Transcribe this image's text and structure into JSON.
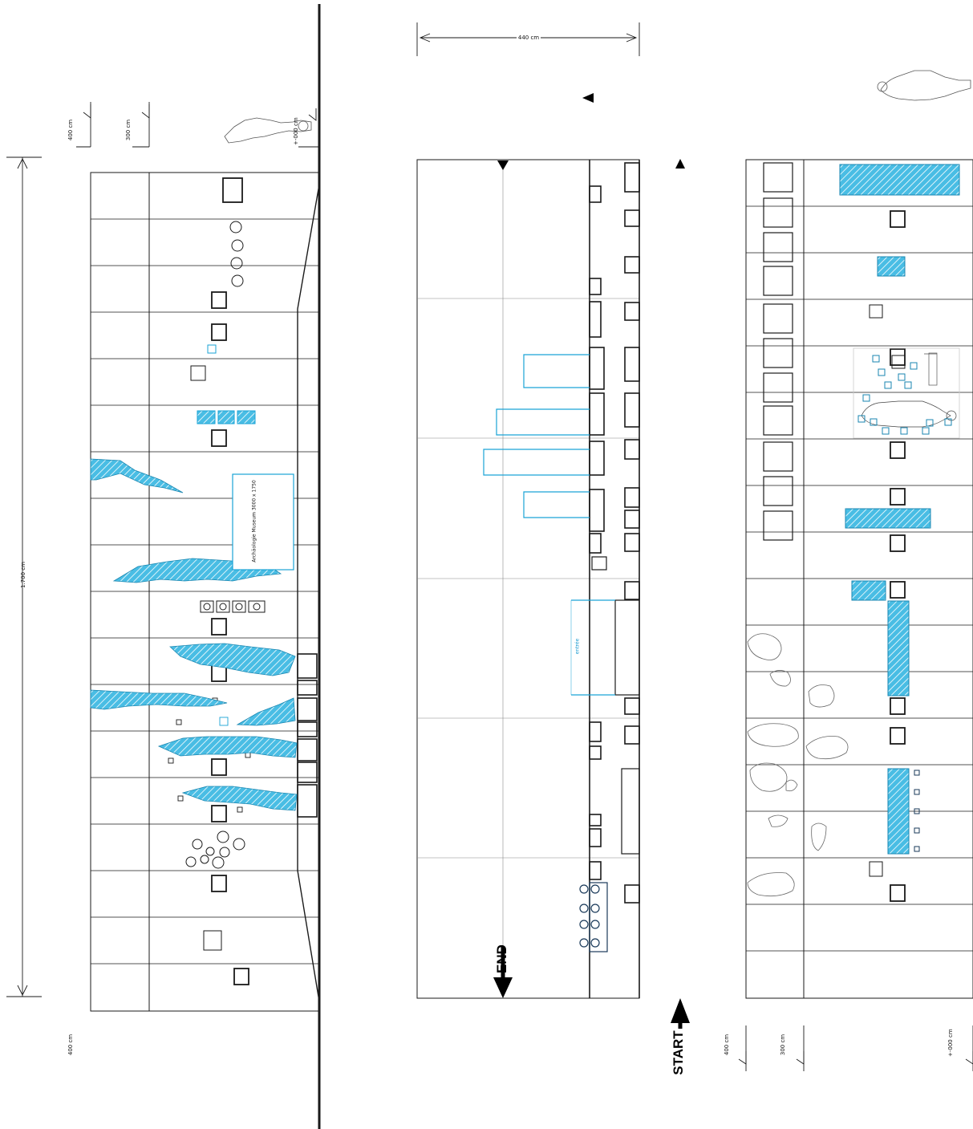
{
  "panel_left": {
    "total_height_label": "1.700 cm",
    "height_label_top": "400 cm",
    "height_label_mid": "300 cm",
    "height_label_floor": "+-000 cm",
    "height_label_bottom": "400 cm",
    "box_label": "Archäologie Museum 3000 x 1750"
  },
  "panel_middle": {
    "width_label": "440 cm",
    "end_label": "END",
    "start_label": "START",
    "cyan_label": "entrée"
  },
  "panel_right": {
    "height_label_top": "400 cm",
    "height_label_mid": "300 cm",
    "height_label_floor": "+-000 cm"
  },
  "colors": {
    "line": "#1a1a1a",
    "accent": "#1aa3d6",
    "accent_fill": "#5cc8ea"
  }
}
